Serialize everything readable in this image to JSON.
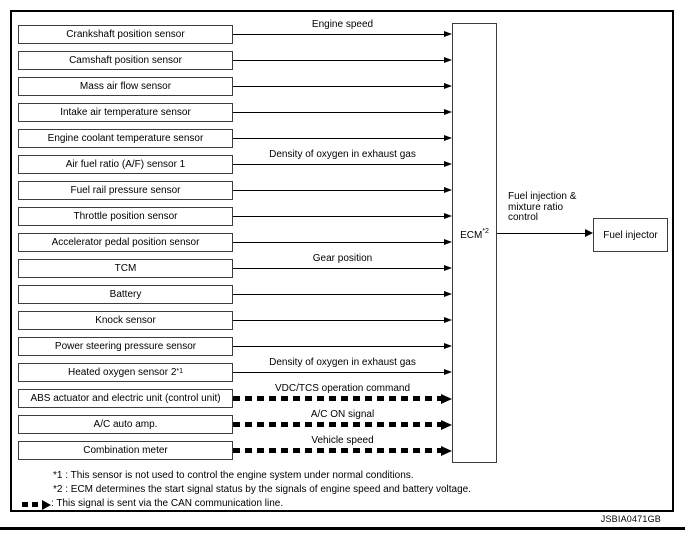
{
  "diagram": {
    "sensors": [
      {
        "label": "Crankshaft position sensor",
        "signal": "Engine speed",
        "can": false
      },
      {
        "label": "Camshaft position sensor",
        "can": false
      },
      {
        "label": "Mass air flow sensor",
        "can": false
      },
      {
        "label": "Intake air temperature sensor",
        "can": false
      },
      {
        "label": "Engine coolant temperature sensor",
        "can": false
      },
      {
        "label": "Air fuel ratio (A/F) sensor 1",
        "signal": "Density of oxygen in exhaust gas",
        "can": false
      },
      {
        "label": "Fuel rail pressure sensor",
        "can": false
      },
      {
        "label": "Throttle position sensor",
        "can": false
      },
      {
        "label": "Accelerator pedal position sensor",
        "can": false
      },
      {
        "label": "TCM",
        "signal": "Gear position",
        "can": false
      },
      {
        "label": "Battery",
        "can": false
      },
      {
        "label": "Knock sensor",
        "can": false
      },
      {
        "label": "Power steering pressure sensor",
        "can": false
      },
      {
        "label": "Heated oxygen sensor 2",
        "sup": "*1",
        "signal": "Density of oxygen in exhaust gas",
        "can": false
      },
      {
        "label": "ABS actuator and electric unit (control unit)",
        "signal": "VDC/TCS operation command",
        "can": true
      },
      {
        "label": "A/C auto amp.",
        "signal": "A/C ON signal",
        "can": true
      },
      {
        "label": "Combination meter",
        "signal": "Vehicle speed",
        "can": true
      }
    ],
    "ecm": {
      "label": "ECM",
      "sup": "*2"
    },
    "output": {
      "label": "Fuel injection &\nmixture ratio\ncontrol",
      "target": "Fuel injector"
    },
    "footnotes": {
      "note1": "*1 : This sensor is not used to control the engine system under normal conditions.",
      "note2": "*2 : ECM determines the start signal status by the signals of engine speed and battery voltage.",
      "can_note": ": This signal is sent via the CAN communication line."
    },
    "icons": {
      "can_legend_arrow": "thick-dashed-arrow-right"
    },
    "figure_code": "JSBIA0471GB",
    "colors": {
      "line": "#000000",
      "box_border": "#3d3d3d",
      "background": "#ffffff"
    }
  }
}
